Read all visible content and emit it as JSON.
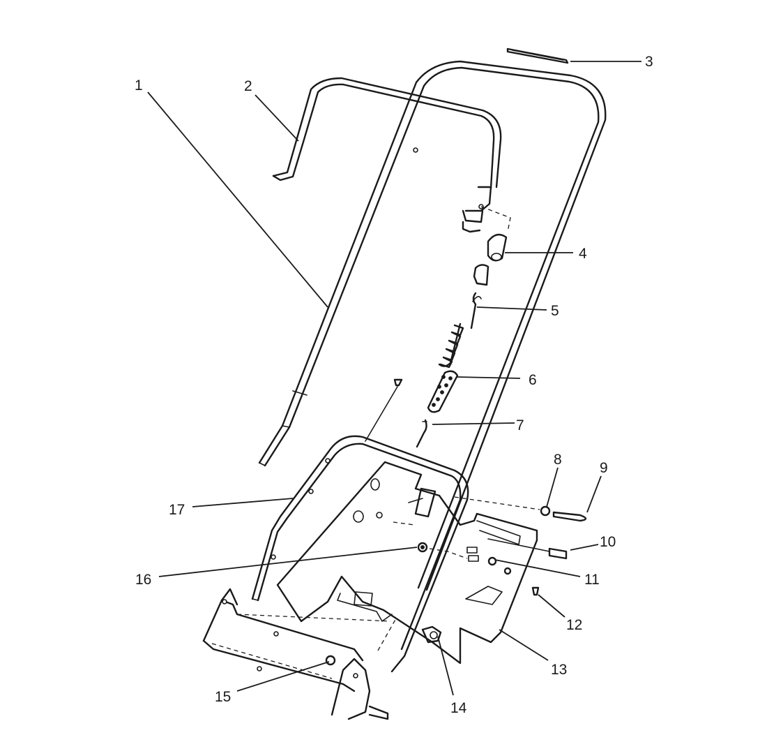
{
  "callouts": [
    {
      "id": "1",
      "label": "1"
    },
    {
      "id": "2",
      "label": "2"
    },
    {
      "id": "3",
      "label": "3"
    },
    {
      "id": "4",
      "label": "4"
    },
    {
      "id": "5",
      "label": "5"
    },
    {
      "id": "6",
      "label": "6"
    },
    {
      "id": "7",
      "label": "7"
    },
    {
      "id": "8",
      "label": "8"
    },
    {
      "id": "9",
      "label": "9"
    },
    {
      "id": "10",
      "label": "10"
    },
    {
      "id": "11",
      "label": "11"
    },
    {
      "id": "12",
      "label": "12"
    },
    {
      "id": "13",
      "label": "13"
    },
    {
      "id": "14",
      "label": "14"
    },
    {
      "id": "15",
      "label": "15"
    },
    {
      "id": "16",
      "label": "16"
    },
    {
      "id": "17",
      "label": "17"
    }
  ],
  "colors": {
    "line": "#1a1a1a",
    "background": "#ffffff"
  }
}
